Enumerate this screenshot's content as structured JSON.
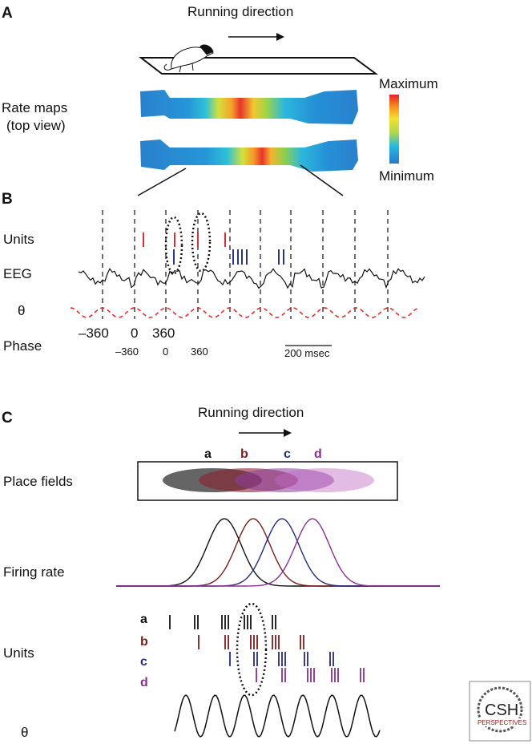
{
  "panel_a": {
    "label": "A",
    "running_direction": "Running direction",
    "rate_maps_line1": "Rate maps",
    "rate_maps_line2": "(top view)",
    "colorbar_max": "Maximum",
    "colorbar_min": "Minimum"
  },
  "panel_b": {
    "label": "B",
    "units": "Units",
    "eeg": "EEG",
    "theta": "θ",
    "phase": "Phase",
    "phase_ticks_large": [
      "–360",
      "0",
      "360"
    ],
    "phase_ticks_small": [
      "–360",
      "0",
      "360"
    ],
    "scalebar": "200 msec"
  },
  "panel_c": {
    "label": "C",
    "running_direction": "Running direction",
    "place_fields": "Place fields",
    "firing_rate": "Firing rate",
    "units": "Units",
    "theta": "θ",
    "cells": [
      {
        "letter": "a",
        "color": "#111111"
      },
      {
        "letter": "b",
        "color": "#7a1c1c"
      },
      {
        "letter": "c",
        "color": "#232b7a"
      },
      {
        "letter": "d",
        "color": "#8a2e96"
      }
    ]
  },
  "colors": {
    "spike_red": "#d1323a",
    "spike_blue": "#2a3585",
    "theta_dash": "#e03030"
  },
  "logo": {
    "line1": "CSH",
    "line2": "PERSPECTIVES"
  }
}
